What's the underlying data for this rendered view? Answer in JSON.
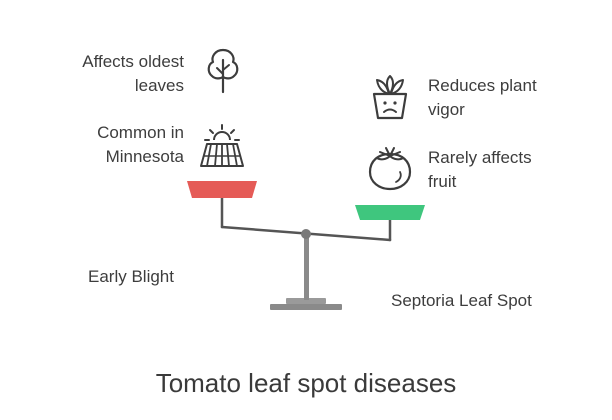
{
  "title": "Tomato leaf spot diseases",
  "left_pan": {
    "name": "Early Blight",
    "color": "#e55b57",
    "items": [
      {
        "text_line1": "Affects oldest",
        "text_line2": "leaves",
        "icon": "tree-icon"
      },
      {
        "text_line1": "Common in",
        "text_line2": "Minnesota",
        "icon": "field-sun-icon"
      }
    ]
  },
  "right_pan": {
    "name": "Septoria Leaf Spot",
    "color": "#3fc67e",
    "items": [
      {
        "text_line1": "Reduces plant",
        "text_line2": "vigor",
        "icon": "sad-plant-pot-icon"
      },
      {
        "text_line1": "Rarely affects",
        "text_line2": "fruit",
        "icon": "tomato-icon"
      }
    ]
  },
  "colors": {
    "beam": "#555555",
    "stand": "#8a8a8a",
    "text": "#3d3d3d"
  }
}
